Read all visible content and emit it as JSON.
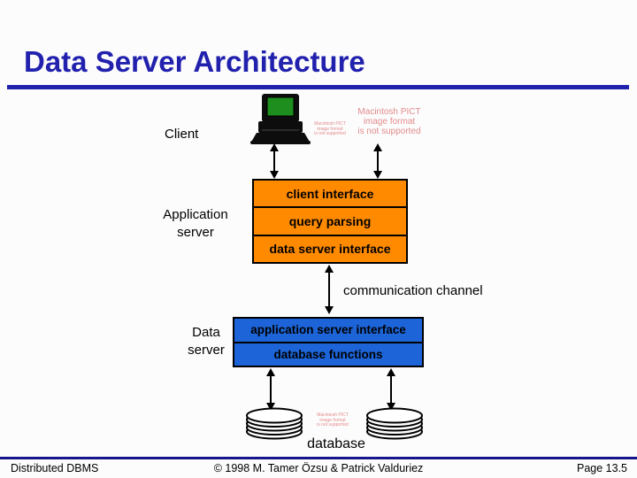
{
  "slide": {
    "title": "Data Server Architecture",
    "footer_left": "Distributed DBMS",
    "footer_center": "© 1998 M. Tamer Özsu & Patrick Valduriez",
    "footer_right": "Page 13.5"
  },
  "labels": {
    "client": "Client",
    "application_server": "Application\nserver",
    "communication_channel": "communication channel",
    "data_server": "Data\nserver",
    "database": "database"
  },
  "app_server_box": {
    "rows": [
      "client interface",
      "query parsing",
      "data server interface"
    ]
  },
  "data_server_box": {
    "rows": [
      "application server interface",
      "database functions"
    ]
  },
  "pict_error": "Macintosh PICT\nimage format\nis not supported",
  "colors": {
    "title_blue": "#2121ae",
    "footer_rule_blue": "#15158c",
    "app_server_box_orange": "#ff8a00",
    "data_server_box_blue": "#1c64d8",
    "pict_error_red": "#e38a8a",
    "computer_screen_green": "#1e8e1e"
  }
}
